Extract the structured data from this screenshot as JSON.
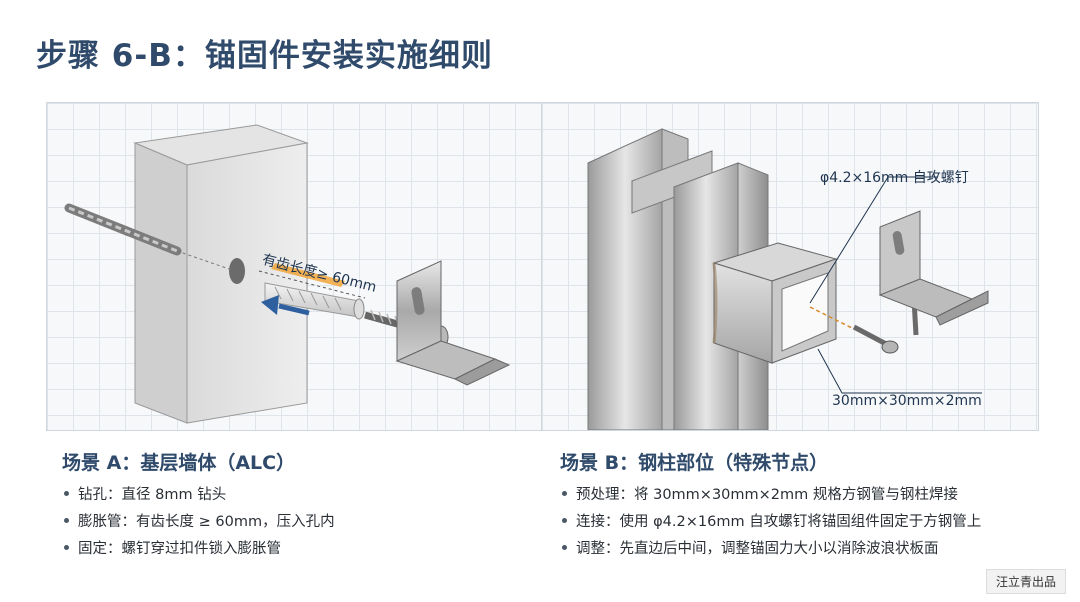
{
  "title": "步骤 6-B：锚固件安装实施细则",
  "diagram_a": {
    "label_tooth_length": "有齿长度≥ 60mm"
  },
  "diagram_b": {
    "label_screw": "φ4.2×16mm 自攻螺钉",
    "label_tube": "30mm×30mm×2mm"
  },
  "scene_a": {
    "heading": "场景 A：基层墙体（ALC）",
    "items": [
      "钻孔：直径 8mm 钻头",
      "膨胀管：有齿长度 ≥ 60mm，压入孔内",
      "固定：螺钉穿过扣件锁入膨胀管"
    ]
  },
  "scene_b": {
    "heading": "场景 B：钢柱部位（特殊节点）",
    "items": [
      "预处理：将 30mm×30mm×2mm 规格方钢管与钢柱焊接",
      "连接：使用 φ4.2×16mm 自攻螺钉将锚固组件固定于方钢管上",
      "调整：先直边后中间，调整锚固力大小以消除波浪状板面"
    ]
  },
  "watermark": "汪立青出品",
  "colors": {
    "title": "#2f4a6a",
    "arrow": "#2e5f9e",
    "leader": "#d98a2b"
  }
}
